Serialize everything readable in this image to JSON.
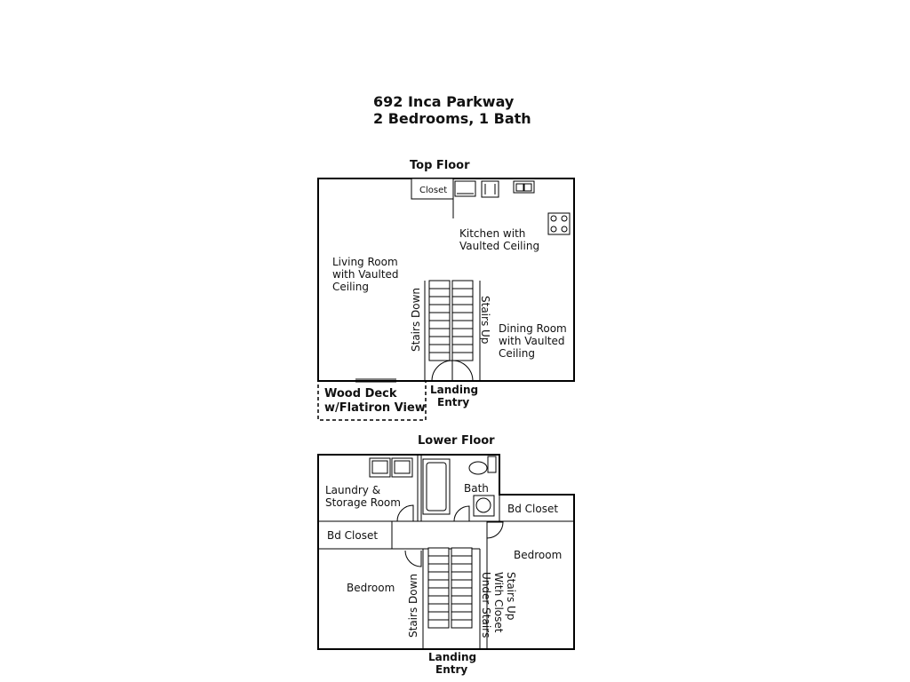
{
  "title": {
    "address": "692 Inca Parkway",
    "summary": "2 Bedrooms, 1 Bath"
  },
  "top_floor": {
    "heading": "Top Floor",
    "closet": "Closet",
    "kitchen": [
      "Kitchen with",
      "Vaulted Ceiling"
    ],
    "living_room": [
      "Living Room",
      "with Vaulted",
      "Ceiling"
    ],
    "stairs_down": "Stairs Down",
    "stairs_up": "Stairs Up",
    "dining_room": [
      "Dining Room",
      "with Vaulted",
      "Ceiling"
    ],
    "deck": [
      "Wood Deck",
      "w/Flatiron View"
    ],
    "landing": [
      "Landing",
      "Entry"
    ]
  },
  "lower_floor": {
    "heading": "Lower Floor",
    "laundry": [
      "Laundry &",
      "Storage Room"
    ],
    "bath": "Bath",
    "bd_closet_right": "Bd Closet",
    "bd_closet_left": "Bd Closet",
    "bedroom_right": "Bedroom",
    "bedroom_left": "Bedroom",
    "stairs_down": "Stairs Down",
    "stairs_up": [
      "Stairs Up",
      "With Closet",
      "Under Stairs"
    ],
    "landing": [
      "Landing",
      "Entry"
    ]
  },
  "icons": [
    "washer-icon",
    "dryer-icon",
    "refrigerator-icon",
    "sink-icon",
    "range-icon",
    "bathtub-icon",
    "toilet-icon",
    "bath-sink-icon",
    "door-swing-icon",
    "sliding-door-icon",
    "stair-treads-icon"
  ]
}
